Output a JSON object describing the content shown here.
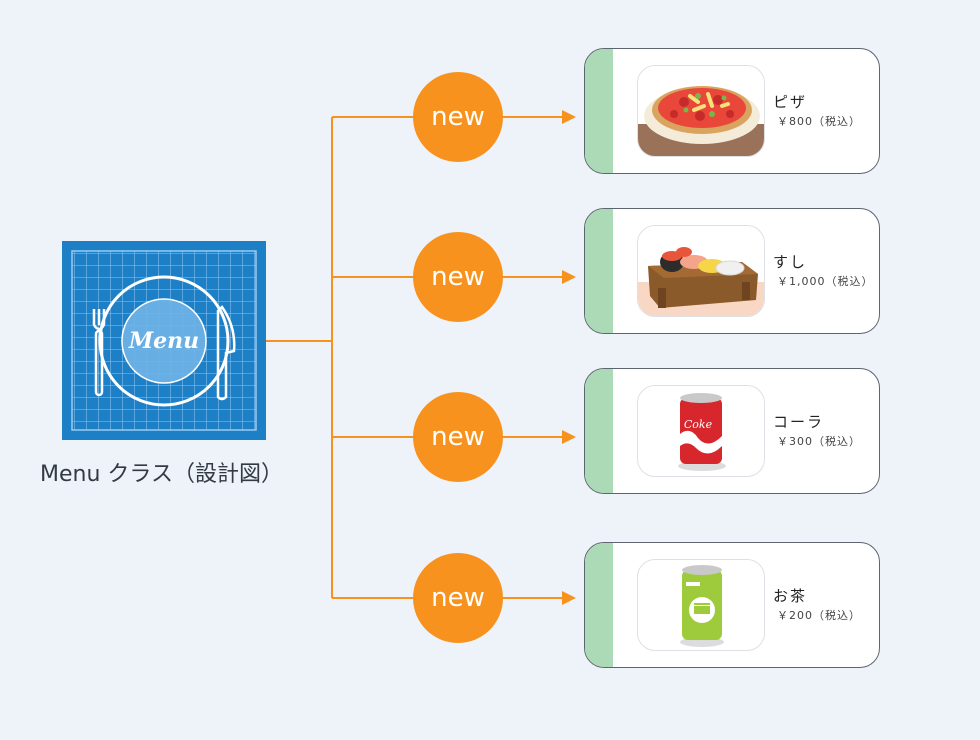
{
  "class_box": {
    "label": "Menu クラス（設計図）",
    "blueprint_text": "Menu"
  },
  "instances": [
    {
      "badge": "new",
      "name": "ピザ",
      "price": "￥800（税込）",
      "image": "pizza-image"
    },
    {
      "badge": "new",
      "name": "すし",
      "price": "￥1,000（税込）",
      "image": "sushi-image"
    },
    {
      "badge": "new",
      "name": "コーラ",
      "price": "￥300（税込）",
      "image": "cola-can-image",
      "can_text": "Coke"
    },
    {
      "badge": "new",
      "name": "お茶",
      "price": "￥200（税込）",
      "image": "tea-can-image"
    }
  ],
  "colors": {
    "background": "#eef3f9",
    "blueprint": "#1d7fc6",
    "connector": "#f7921e",
    "badge": "#f7921e",
    "card_stripe": "#acd9b6",
    "card_border": "#5d6670"
  }
}
